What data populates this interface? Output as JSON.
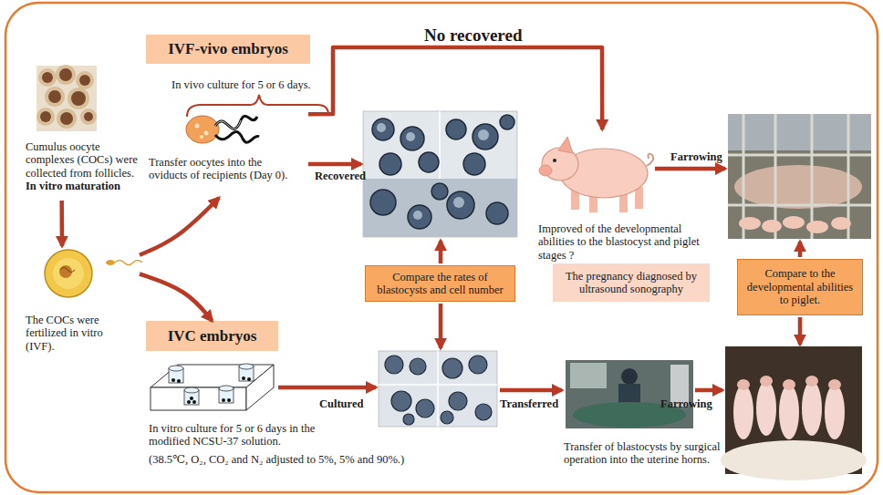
{
  "diagram": {
    "nodes": [
      {
        "text": [
          "IVF-vivo embryos"
        ]
      },
      {
        "text": [
          "Cumulus oocyte complexes (COCs) were collected from follicles.",
          "In vitro maturation"
        ]
      },
      {
        "text": [
          "Transfer oocytes into the oviducts of recipients (Day 0)."
        ]
      },
      {
        "text": [
          "Improved of the developmental abilities to the blastocyst and piglet stages ?"
        ]
      },
      {
        "text": [
          "The COCs were fertilized in vitro (IVF)."
        ]
      },
      {
        "text": [
          "Compare the rates of blastocysts and cell number"
        ]
      },
      {
        "text": [
          "The pregnancy diagnosed by ultrasound sonography"
        ]
      },
      {
        "text": [
          "Compare to the developmental abilities to piglet."
        ]
      },
      {
        "text": [
          "IVC embryos"
        ]
      },
      {
        "text": [
          "In vitro culture for 5 or 6 days in the modified NCSU-37 solution.",
          "(38.5℃, O₂, CO₂ and N₂ adjusted to 5%, 5% and 90%.)"
        ]
      },
      {
        "text": [
          "Transfer of blastocysts by surgical operation into the uterine horns."
        ]
      }
    ],
    "edges": [
      {
        "from": 1,
        "to": 4,
        "arrow": "to"
      },
      {
        "from": 4,
        "to": 2,
        "arrow": "to"
      },
      {
        "from": 4,
        "to": 8,
        "arrow": "to"
      },
      {
        "from": 2,
        "to": 3,
        "arrow": "to",
        "label": "No recovered"
      }
    ],
    "labels": [
      "In vivo culture for 5 or 6 days.",
      "Recovered",
      "Farrowing",
      "Cultured",
      "Transferred",
      "Farrowing"
    ]
  }
}
